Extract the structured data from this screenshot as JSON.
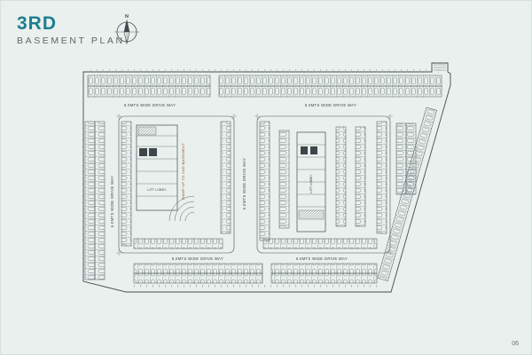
{
  "header": {
    "title_line1": "3RD",
    "title_line2": "BASEMENT PLAN"
  },
  "compass": {
    "label": "N"
  },
  "plan": {
    "drive_label": "6.0MTS WIDE DRIVE WAY",
    "ramp_label": "RAMP UP TO 2ND BASEMENT",
    "core_label_left": "LIFT LOBBY",
    "core_label_right": "LIFT LOBBY"
  },
  "footer": {
    "page_number": "06"
  },
  "colors": {
    "background": "#e9f0ed",
    "accent_teal": "#1d7e91",
    "subtitle_grey": "#5a6a66",
    "plan_line": "#434b4f",
    "annotation_red": "#a03b2e"
  }
}
